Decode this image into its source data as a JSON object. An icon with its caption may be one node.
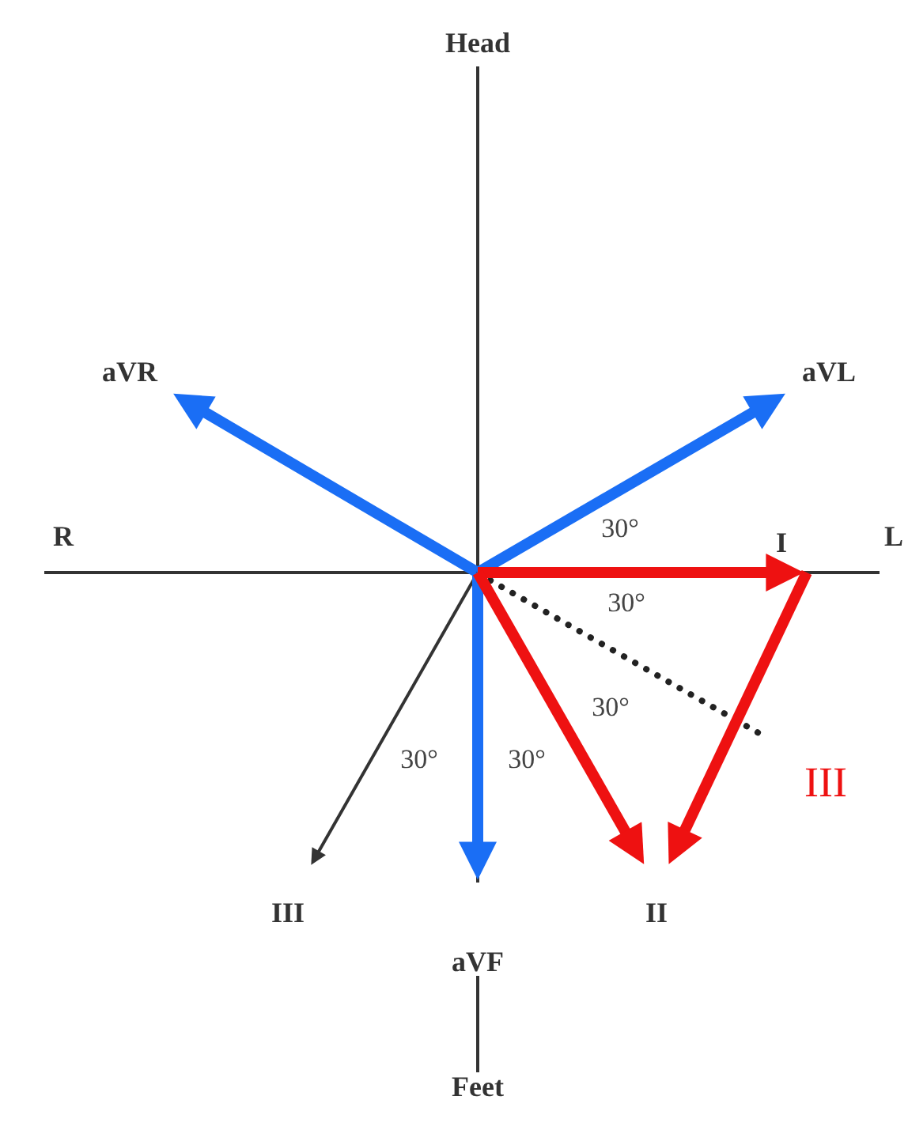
{
  "diagram": {
    "nodes": [
      {
        "text": [
          "Head"
        ]
      },
      {
        "text": [
          "aVR"
        ]
      },
      {
        "text": [
          "aVL"
        ]
      },
      {
        "text": [
          "R"
        ]
      },
      {
        "text": [
          "I"
        ]
      },
      {
        "text": [
          "L"
        ]
      },
      {
        "text": [
          "III"
        ]
      },
      {
        "text": [
          "aVF"
        ]
      },
      {
        "text": [
          "II"
        ]
      },
      {
        "text": [
          "Feet"
        ]
      }
    ],
    "edges": [
      {
        "from": 0,
        "to": 7,
        "arrow": "none"
      },
      {
        "from": 3,
        "to": 5,
        "arrow": "none"
      },
      {
        "from": null,
        "to": 1,
        "arrow": "to",
        "color": "#1a6ef5"
      },
      {
        "from": null,
        "to": 2,
        "arrow": "to",
        "color": "#1a6ef5"
      },
      {
        "from": null,
        "to": 6,
        "arrow": "to"
      },
      {
        "from": null,
        "to": 7,
        "arrow": "to",
        "color": "#1a6ef5"
      },
      {
        "from": null,
        "to": 4,
        "arrow": "to",
        "color": "#ee1111"
      },
      {
        "from": null,
        "to": 8,
        "arrow": "to",
        "color": "#ee1111"
      },
      {
        "from": 4,
        "to": 8,
        "arrow": "to",
        "color": "#ee1111",
        "label": "III"
      },
      {
        "from": 7,
        "to": 9,
        "arrow": "none"
      }
    ],
    "labels": [
      "30°",
      "30°",
      "30°",
      "30°",
      "30°"
    ]
  }
}
